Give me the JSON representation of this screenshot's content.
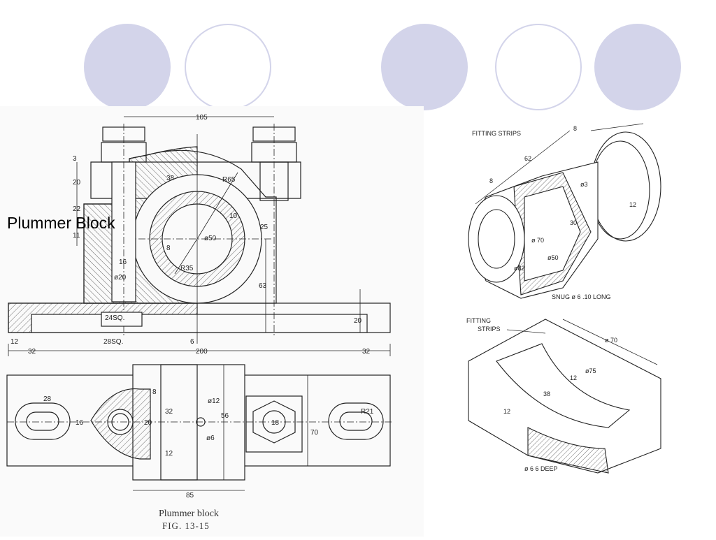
{
  "slide": {
    "title": "Plummer Block"
  },
  "decorations": {
    "circle_fill": "#d3d4ea",
    "pattern": [
      "filled",
      "outline",
      "filled",
      "outline",
      "filled"
    ]
  },
  "orthographic": {
    "caption_title": "Plummer block",
    "caption_figure": "FIG. 13-15",
    "dimensions": {
      "overall_width": "200",
      "top_width": "105",
      "left_end": "32",
      "right_end": "32",
      "foot_12": "12",
      "sq_28": "28SQ.",
      "sq_24": "24SQ.",
      "dia_20": "ø20",
      "dia_16": "16",
      "r65": "R65",
      "r35": "R35",
      "dia_50": "ø50",
      "h63": "63",
      "h25": "25",
      "h20_right": "20",
      "h20_left": "20",
      "h3": "3",
      "h22": "22",
      "h11": "11",
      "w38": "38",
      "w10": "10",
      "w8": "8",
      "w6": "6",
      "plan_28": "28",
      "plan_16": "16",
      "plan_20": "20",
      "plan_32": "32",
      "plan_56": "56",
      "plan_70": "70",
      "plan_85": "85",
      "plan_r21": "R21",
      "plan_dia12": "ø12",
      "plan_dia6": "ø6",
      "plan_12": "12",
      "plan_8": "8",
      "plan_18": "18"
    }
  },
  "isometric": {
    "fitting_strips_top": "FITTING STRIPS",
    "fitting_strips_bottom_1": "FITTING",
    "fitting_strips_bottom_2": "STRIPS",
    "snug_label": "SNUG ø 6 .10 LONG",
    "deep_label": "ø 6  6 DEEP",
    "d62": "62",
    "d8a": "8",
    "d8b": "8",
    "d3": "ø3",
    "d12": "12",
    "d30": "30",
    "d70": "ø 70",
    "d50": "ø50",
    "d82": "ø82",
    "d_b70": "ø 70",
    "d_b75": "ø75",
    "d_b38": "38",
    "d_b12a": "12",
    "d_b12b": "12"
  }
}
